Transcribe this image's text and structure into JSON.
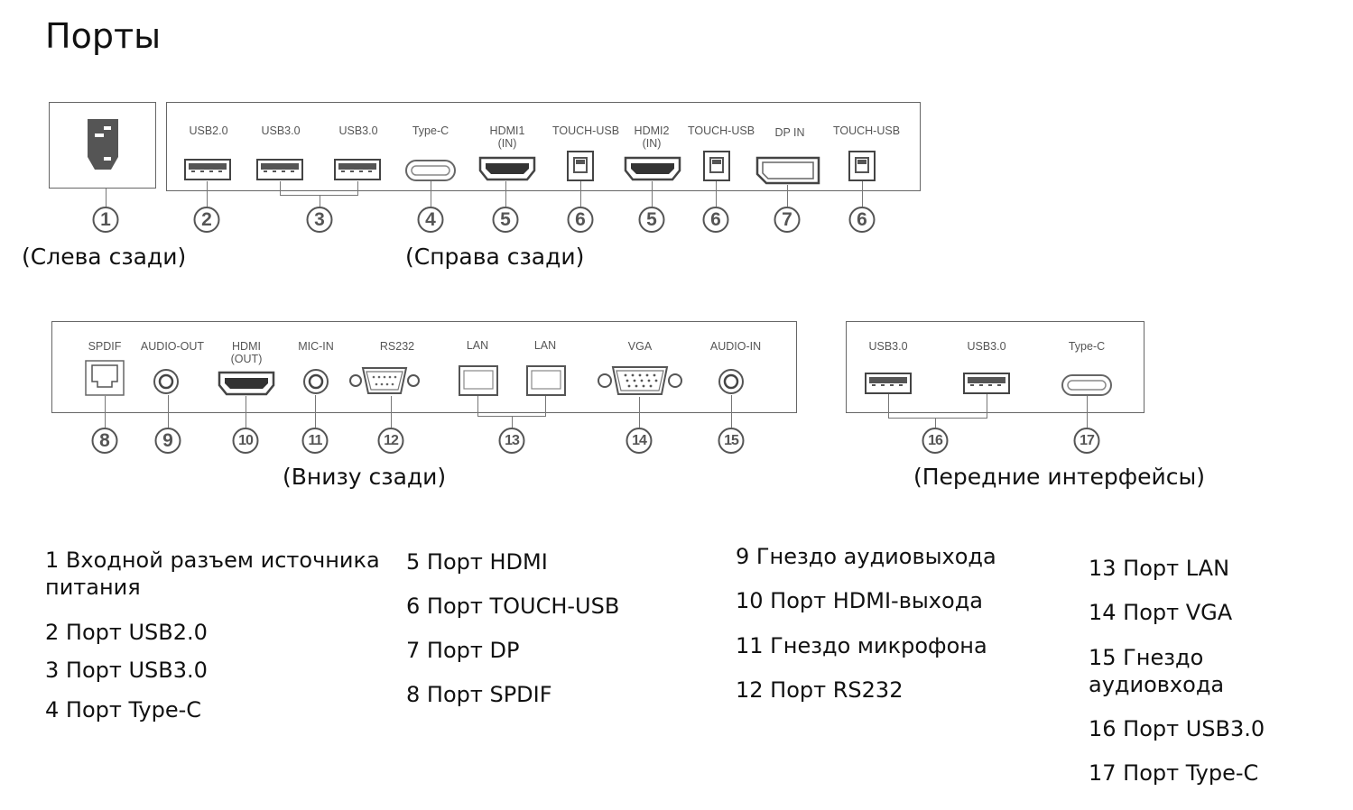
{
  "page_title": "Порты",
  "captions": {
    "left_rear": "(Слева сзади)",
    "right_rear": "(Справа сзади)",
    "bottom_rear": "(Внизу сзади)",
    "front": "(Передние интерфейсы)"
  },
  "right_panel_labels": [
    "USB2.0",
    "USB3.0",
    "USB3.0",
    "Type-C",
    "HDMI1\n(IN)",
    "TOUCH-USB",
    "HDMI2\n(IN)",
    "TOUCH-USB",
    "DP IN",
    "TOUCH-USB"
  ],
  "bottom_panel_labels": [
    "SPDIF",
    "AUDIO-OUT",
    "HDMI\n(OUT)",
    "MIC-IN",
    "RS232",
    "LAN",
    "LAN",
    "VGA",
    "AUDIO-IN"
  ],
  "front_panel_labels": [
    "USB3.0",
    "USB3.0",
    "Type-C"
  ],
  "callout_numbers": {
    "left": [
      "1"
    ],
    "right": [
      "2",
      "3",
      "4",
      "5",
      "6",
      "5",
      "6",
      "7",
      "6"
    ],
    "bottom": [
      "8",
      "9",
      "10",
      "11",
      "12",
      "13",
      "14",
      "15"
    ],
    "front": [
      "16",
      "17"
    ]
  },
  "legend": {
    "col1": [
      "1 Входной разъем источника питания",
      "2 Порт USB2.0",
      "3 Порт USB3.0",
      "4 Порт Type-C"
    ],
    "col2": [
      "5 Порт HDMI",
      "6 Порт TOUCH-USB",
      "7 Порт DP",
      "8 Порт SPDIF"
    ],
    "col3": [
      "9 Гнездо аудиовыхода",
      "10 Порт HDMI-выхода",
      "11 Гнездо микрофона",
      "12 Порт RS232"
    ],
    "col4": [
      "13 Порт LAN",
      "14 Порт VGA",
      "15 Гнездо аудиовхода",
      "16 Порт USB3.0",
      "17 Порт Type-C"
    ]
  }
}
